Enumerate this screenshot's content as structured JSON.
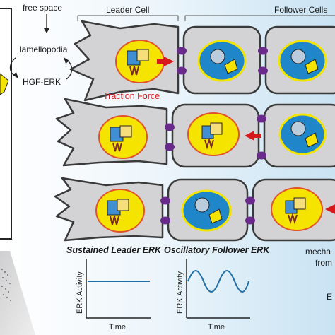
{
  "labels": {
    "free_space": "free space",
    "lamellopodia": "lamellopodia",
    "hgf_erk": "HGF-ERK",
    "leader_cell": "Leader Cell",
    "follower_cells": "Follower Cells",
    "traction_force": "Traction Force",
    "sustained_leader_erk": "Sustained Leader ERK",
    "oscillatory_follower_erk": "Oscillatory Follower ERK",
    "mechanical_partial": "mecha",
    "from_partial": "from",
    "e_partial": "E"
  },
  "plots": {
    "sustained": {
      "ylabel": "ERK Activity",
      "xlabel": "Time"
    },
    "oscillatory": {
      "ylabel": "ERK Activity",
      "xlabel": "Time"
    }
  },
  "colors": {
    "cell_fill": "#d3d3d5",
    "cell_outline": "#3a3a3a",
    "leader_nucleus": "#f5e400",
    "follower_nucleus": "#1f86c9",
    "junction": "#6a2a8c",
    "force_arrow": "#d7191c",
    "trace": "#1f6fa8",
    "background_tint": "#cfe6f4"
  }
}
